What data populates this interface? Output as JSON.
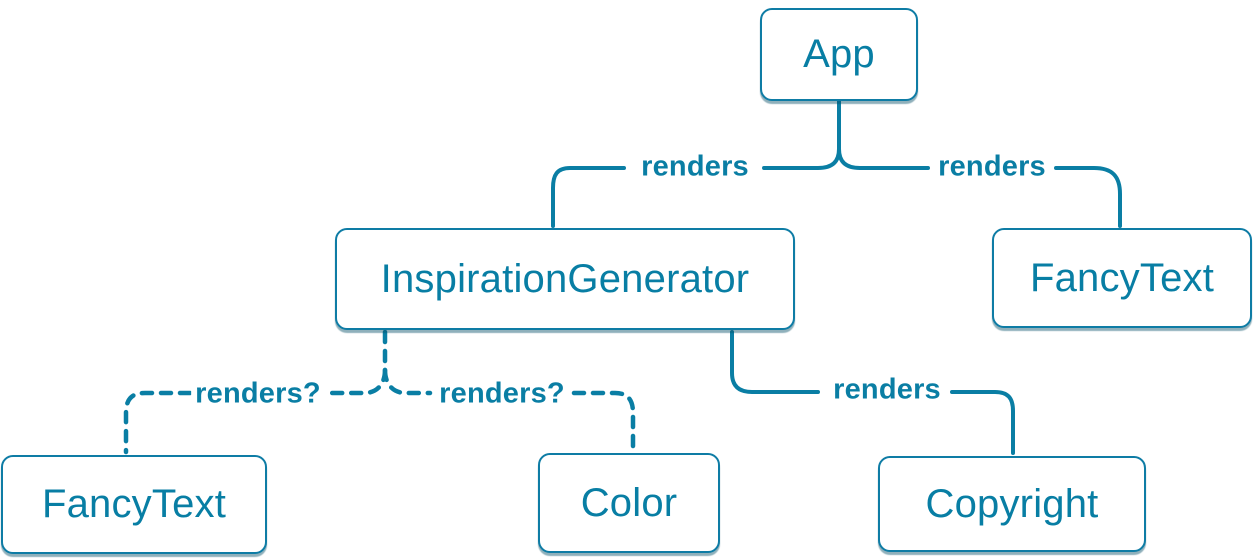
{
  "diagram": {
    "kind": "react-render-tree",
    "colors": {
      "accent": "#0a7ea4",
      "node_text": "#087ea4",
      "node_border": "#0e7ca5",
      "node_background": "#ffffff",
      "page_background": "#ffffff"
    },
    "nodes": {
      "app": {
        "label": "App"
      },
      "inspiration_generator": {
        "label": "InspirationGenerator"
      },
      "fancy_text_top": {
        "label": "FancyText"
      },
      "fancy_text_bottom": {
        "label": "FancyText"
      },
      "color": {
        "label": "Color"
      },
      "copyright": {
        "label": "Copyright"
      }
    },
    "edges": [
      {
        "from": "App",
        "to": "InspirationGenerator",
        "label": "renders",
        "style": "solid"
      },
      {
        "from": "App",
        "to": "FancyText",
        "label": "renders",
        "style": "solid"
      },
      {
        "from": "InspirationGenerator",
        "to": "FancyText",
        "label": "renders?",
        "style": "dashed"
      },
      {
        "from": "InspirationGenerator",
        "to": "Color",
        "label": "renders?",
        "style": "dashed"
      },
      {
        "from": "InspirationGenerator",
        "to": "Copyright",
        "label": "renders",
        "style": "solid"
      }
    ]
  }
}
